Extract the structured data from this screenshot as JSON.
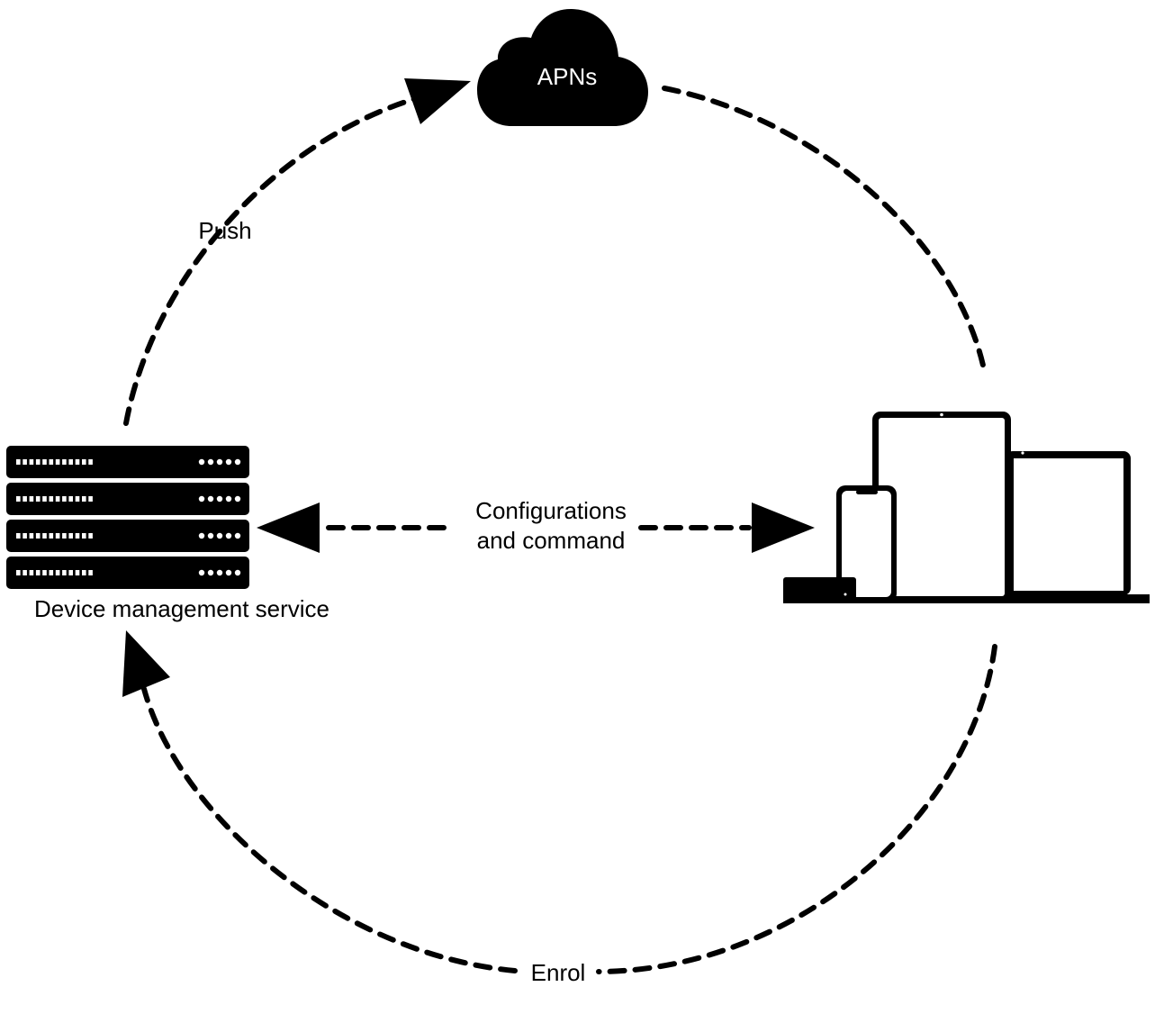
{
  "nodes": {
    "apns": {
      "label": "APNs",
      "icon": "cloud-icon"
    },
    "server": {
      "label": "Device management service",
      "icon": "server-rack-icon"
    },
    "devices": {
      "icon": "apple-devices-icon"
    }
  },
  "edges": {
    "push": {
      "label": "Push"
    },
    "config": {
      "line1": "Configurations",
      "line2": "and command"
    },
    "enrol": {
      "label": "Enrol"
    }
  },
  "colors": {
    "foreground": "#000000",
    "background": "#ffffff"
  }
}
